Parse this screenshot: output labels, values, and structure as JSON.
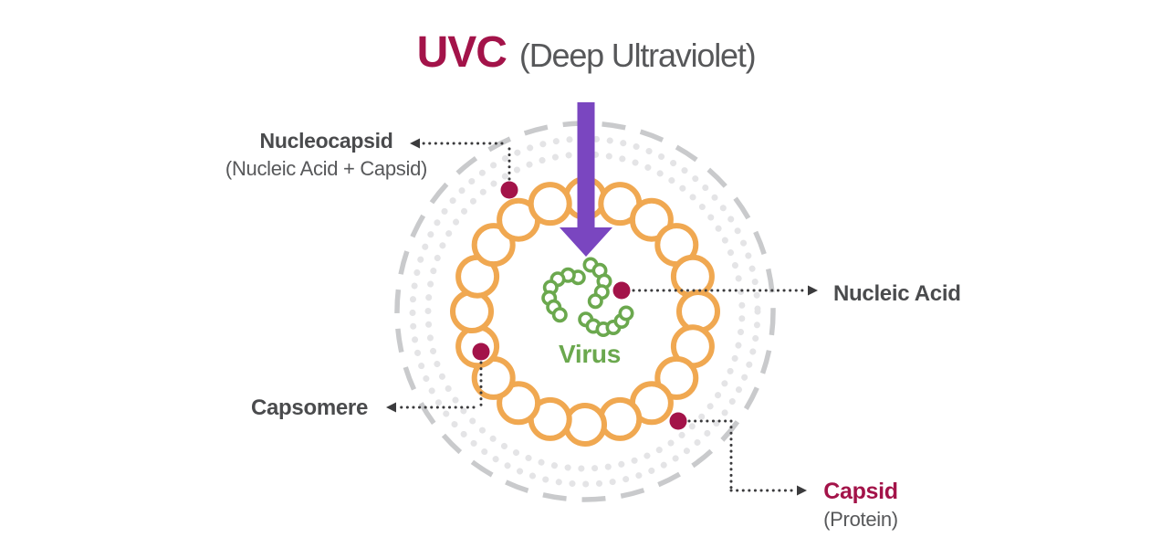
{
  "title": {
    "main": "UVC",
    "sub": "(Deep Ultraviolet)"
  },
  "diagram": {
    "center_label": "Virus",
    "callouts": {
      "nucleocapsid": {
        "label": "Nucleocapsid",
        "sublabel": "(Nucleic Acid + Capsid)"
      },
      "nucleic_acid": {
        "label": "Nucleic Acid"
      },
      "capsomere": {
        "label": "Capsomere"
      },
      "capsid": {
        "label": "Capsid",
        "sublabel": "(Protein)"
      }
    },
    "icons": {
      "uvc_arrow": "down-arrow"
    }
  },
  "colors": {
    "uvc_crimson": "#A31349",
    "arrow_purple": "#7A46C0",
    "capsid_orange": "#F0A851",
    "virus_green": "#6BA84E",
    "label_dark": "#4A4B4D",
    "label_gray": "#57585A",
    "ring_dashed_gray": "#C9CACC",
    "ring_dotted_gray": "#E4E4E6",
    "leader_dark": "#3B3B3D",
    "background": "#FFFFFF"
  }
}
